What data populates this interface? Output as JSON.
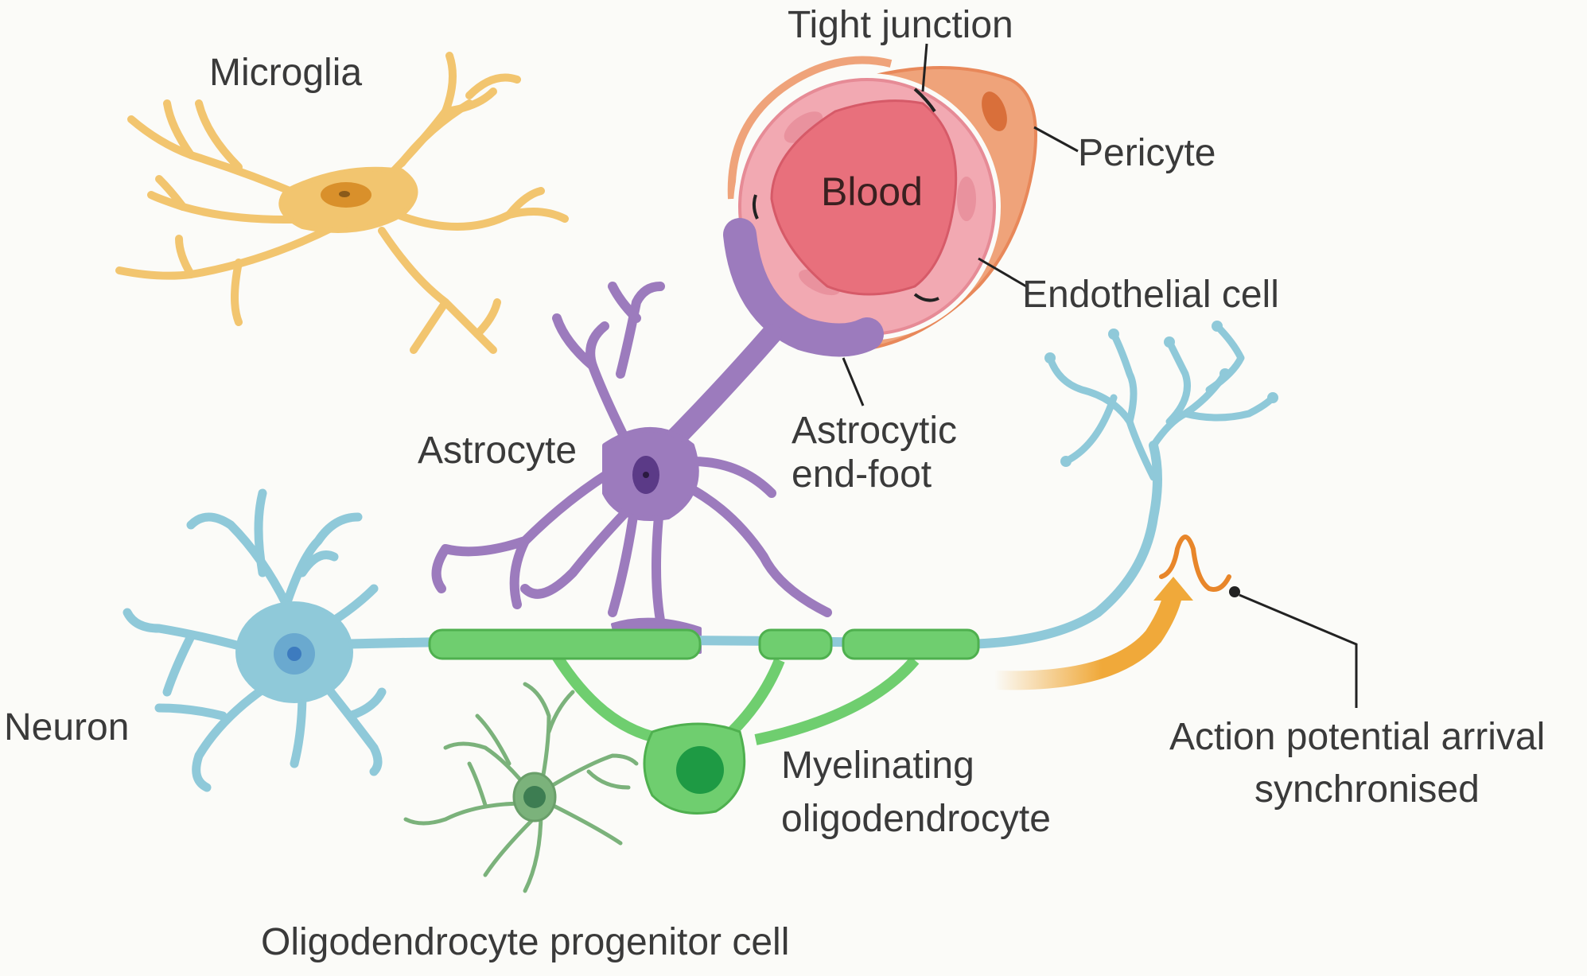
{
  "labels": {
    "microglia": "Microglia",
    "tight_junction": "Tight junction",
    "pericyte": "Pericyte",
    "blood": "Blood",
    "endothelial_cell": "Endothelial cell",
    "astrocyte": "Astrocyte",
    "astrocytic_end_foot_line1": "Astrocytic",
    "astrocytic_end_foot_line2": "end-foot",
    "neuron": "Neuron",
    "myelinating_line1": "Myelinating",
    "myelinating_line2": "oligodendrocyte",
    "action_potential_line1": "Action potential arrival",
    "action_potential_line2": "synchronised",
    "opc": "Oligodendrocyte progenitor cell"
  },
  "colors": {
    "background": "#fbfbf8",
    "microglia": "#f2c56f",
    "microglia_nucleus": "#d9902b",
    "astrocyte": "#9c7bbd",
    "astrocyte_nucleus": "#5b3a87",
    "neuron": "#8fc9d9",
    "neuron_nucleus": "#3d7bbf",
    "myelin": "#6fce6f",
    "oligodendrocyte_nucleus": "#1e9a44",
    "opc": "#7bb27b",
    "pericyte": "#efa37a",
    "endothelium": "#f2a9b2",
    "blood": "#e8707c",
    "action_potential": "#f0a93a"
  }
}
